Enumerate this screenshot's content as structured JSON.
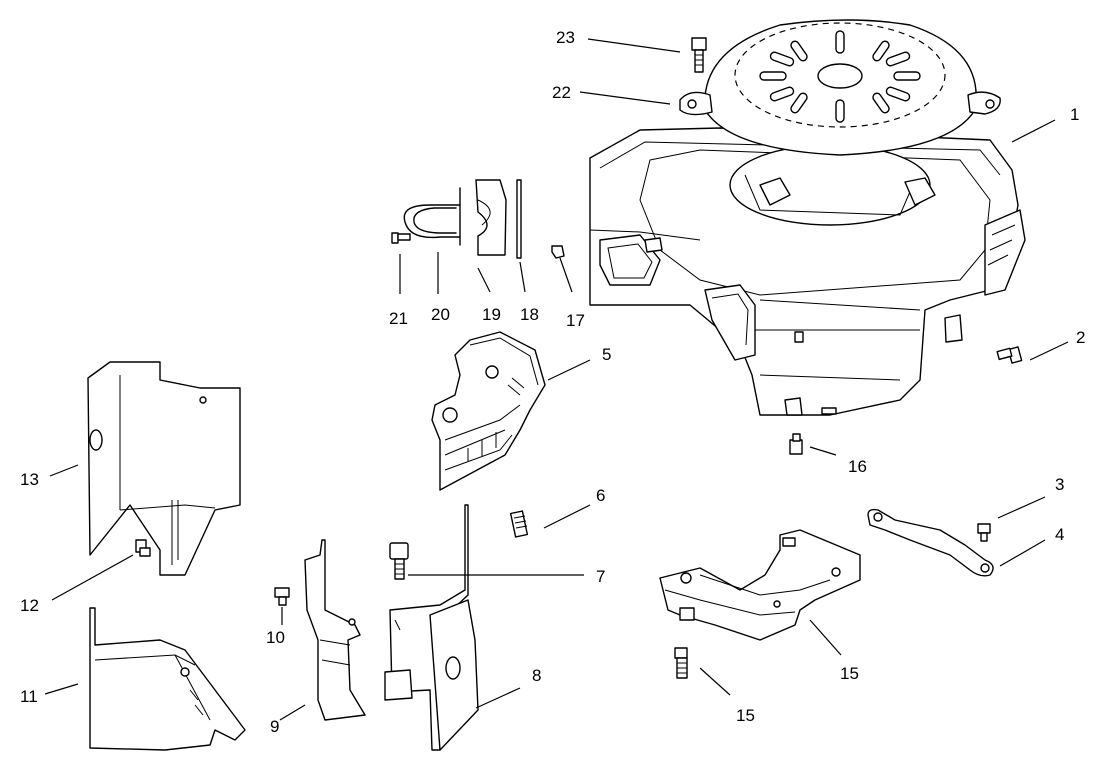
{
  "callouts": {
    "c1": "1",
    "c2": "2",
    "c3": "3",
    "c4": "4",
    "c5": "5",
    "c6": "6",
    "c7": "7",
    "c8": "8",
    "c9": "9",
    "c10": "10",
    "c11": "11",
    "c12": "12",
    "c13": "13",
    "c15a": "15",
    "c15b": "15",
    "c16": "16",
    "c17": "17",
    "c18": "18",
    "c19": "19",
    "c20": "20",
    "c21": "21",
    "c22": "22",
    "c23": "23"
  }
}
